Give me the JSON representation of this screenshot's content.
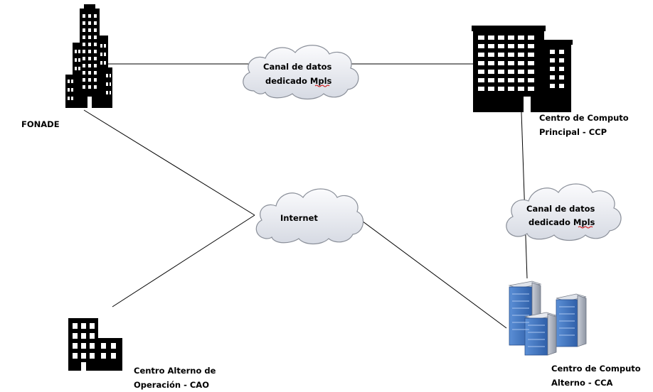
{
  "nodes": {
    "fonade": {
      "label": "FONADE"
    },
    "ccp": {
      "line1": "Centro de Computo",
      "line2": "Principal - CCP"
    },
    "cao": {
      "line1": "Centro Alterno de",
      "line2": "Operación - CAO"
    },
    "cca": {
      "line1": "Centro de Computo",
      "line2": "Alterno - CCA"
    }
  },
  "clouds": {
    "top": {
      "line1": "Canal de datos",
      "line2_prefix": "dedicado ",
      "line2_word": "Mpls"
    },
    "right": {
      "line1": "Canal de datos",
      "line2_prefix": "dedicado ",
      "line2_word": "Mpls"
    },
    "internet": {
      "label": "Internet"
    }
  },
  "colors": {
    "line": "#000000",
    "cloud_fill": "#eef0f5",
    "cloud_stroke": "#8a8f99",
    "server_blue": "#4a78b8",
    "spellcheck": "#d00000"
  }
}
